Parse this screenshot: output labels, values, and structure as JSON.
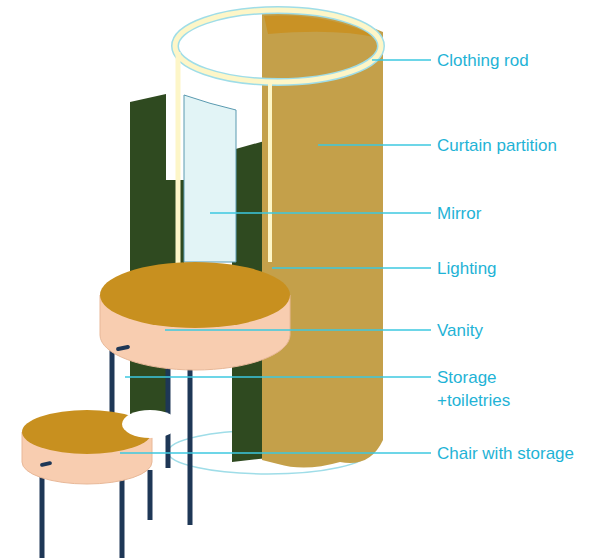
{
  "diagram": {
    "labels": [
      "Clothing rod",
      "Curtain partition",
      "Mirror",
      "Lighting",
      "Vanity",
      "Storage +toiletries",
      "Chair with storage"
    ]
  }
}
